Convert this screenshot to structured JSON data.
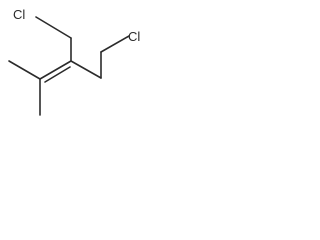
{
  "molecule": {
    "atoms": [
      {
        "id": "cl1",
        "element": "Cl",
        "label": "Cl"
      },
      {
        "id": "c1",
        "element": "C"
      },
      {
        "id": "c2",
        "element": "C"
      },
      {
        "id": "c3",
        "element": "C"
      },
      {
        "id": "c4",
        "element": "C"
      },
      {
        "id": "cl2",
        "element": "Cl",
        "label": "Cl"
      },
      {
        "id": "c5",
        "element": "C"
      },
      {
        "id": "c6",
        "element": "C"
      },
      {
        "id": "c7",
        "element": "C"
      }
    ],
    "bonds": [
      {
        "from": "cl1",
        "to": "c1",
        "order": 1
      },
      {
        "from": "c1",
        "to": "c2",
        "order": 1
      },
      {
        "from": "c2",
        "to": "c3",
        "order": 1
      },
      {
        "from": "c3",
        "to": "c4",
        "order": 1
      },
      {
        "from": "c4",
        "to": "cl2",
        "order": 1
      },
      {
        "from": "c2",
        "to": "c5",
        "order": 2
      },
      {
        "from": "c5",
        "to": "c6",
        "order": 1
      },
      {
        "from": "c5",
        "to": "c7",
        "order": 1
      }
    ]
  }
}
